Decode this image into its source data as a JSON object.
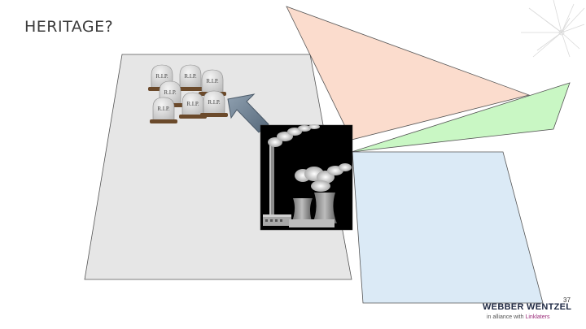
{
  "slide": {
    "title": "HERITAGE?",
    "page_number": "37",
    "brand": {
      "name": "WEBBER WENTZEL",
      "tagline": "in alliance with",
      "partner": "Linklaters"
    },
    "tombstone_label": "R.I.P.",
    "colors": {
      "background_panel": "#e6e6e6",
      "pink_panel": "#fbdccd",
      "green_panel": "#c9f7c4",
      "blue_panel": "#dbeaf6",
      "arrow": "#6f8294",
      "photo_background": "#000000"
    },
    "icons": [
      "tombstone-icon",
      "arrow-icon",
      "power-station-photo",
      "watermark-flower"
    ]
  }
}
